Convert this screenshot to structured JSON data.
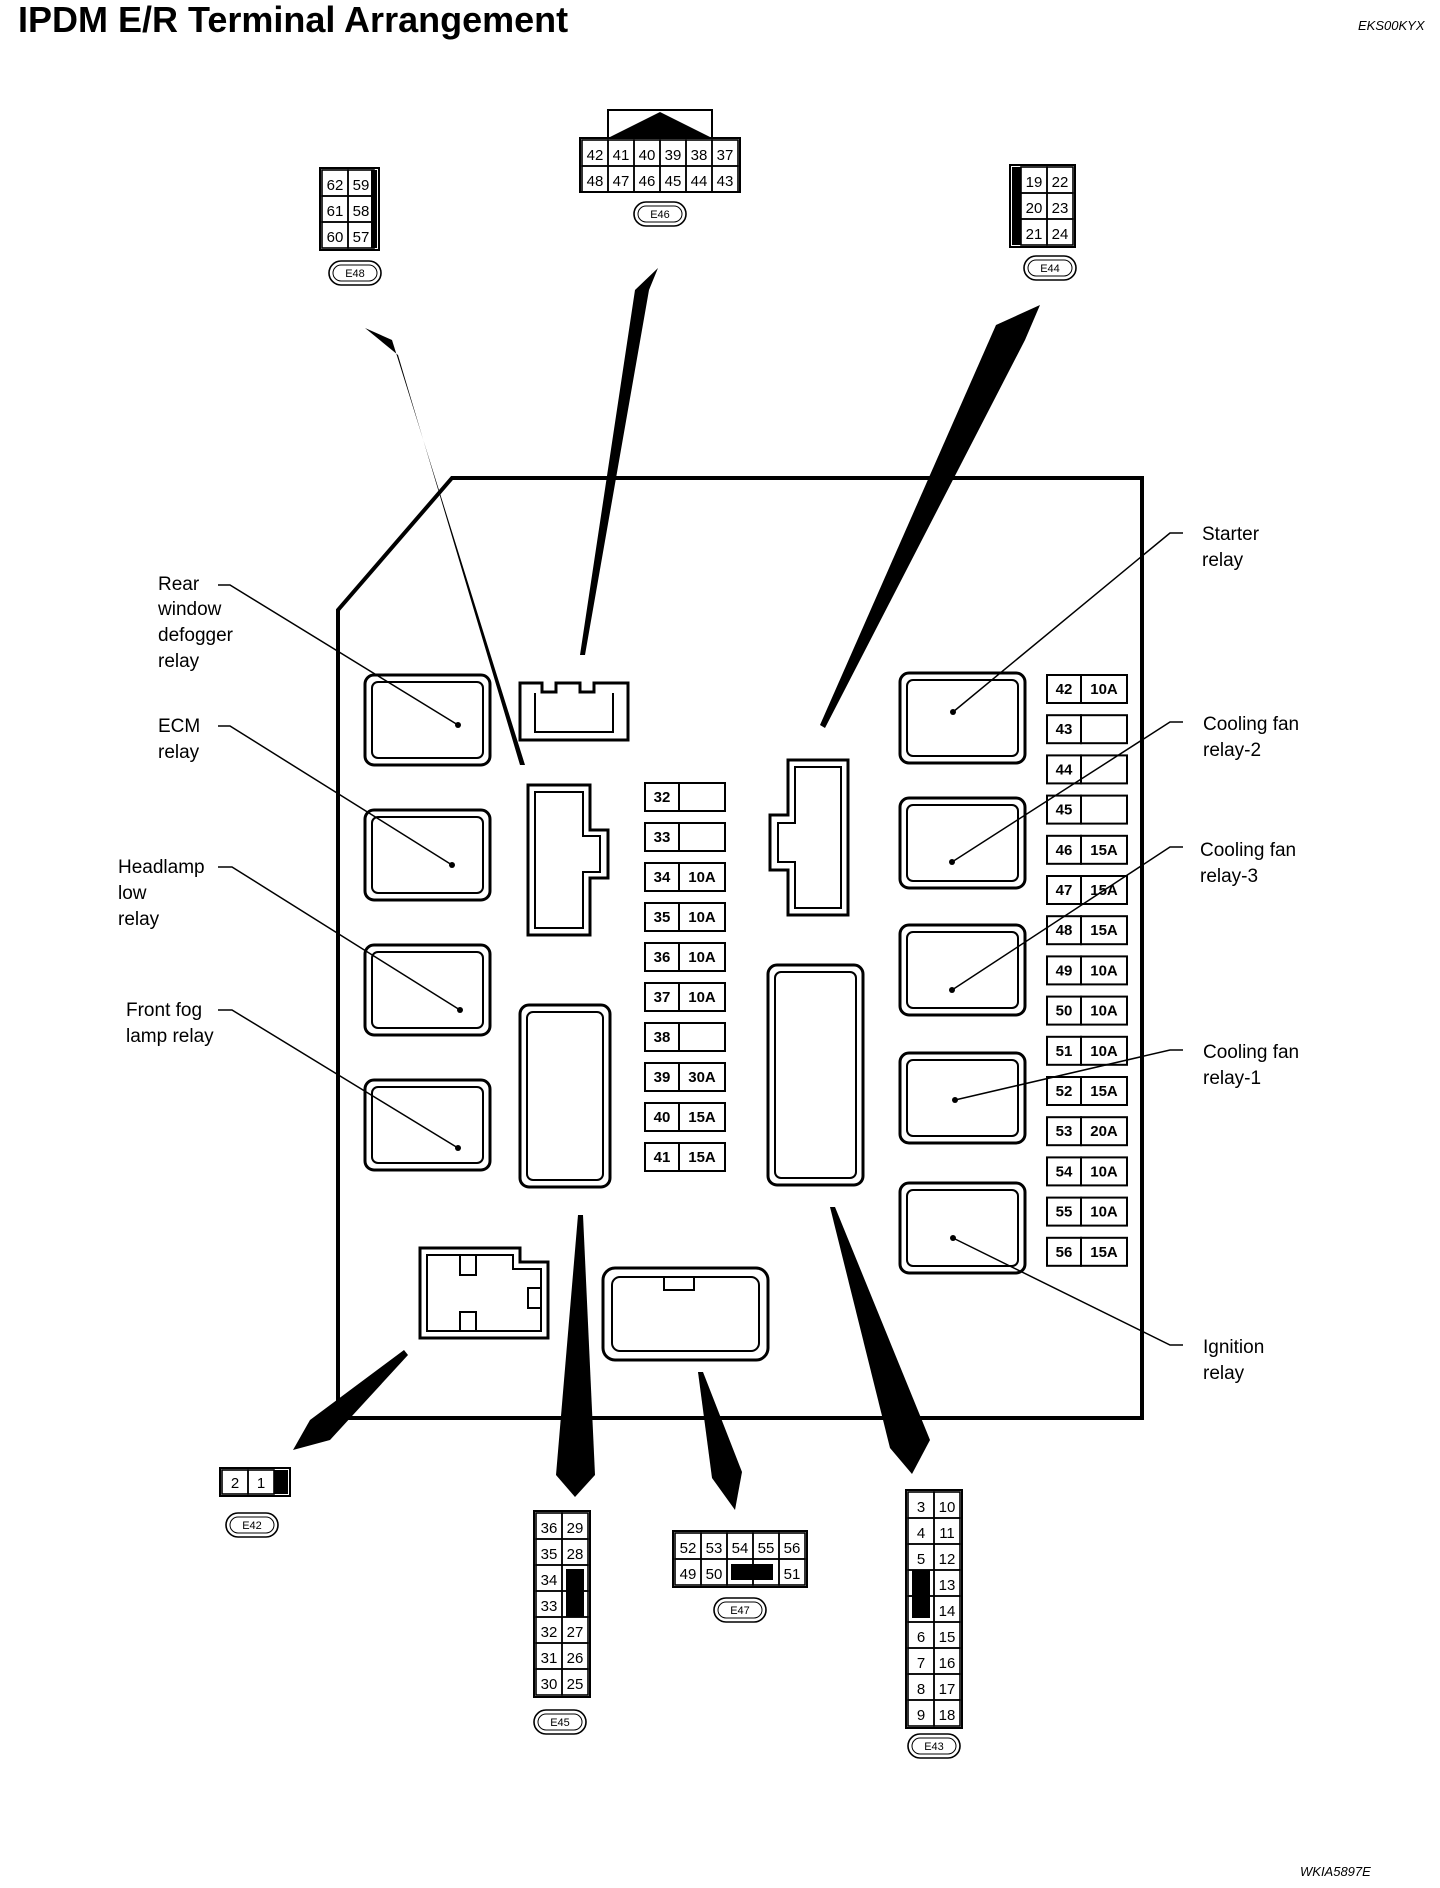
{
  "title": "IPDM E/R Terminal Arrangement",
  "ref_code": "EKS00KYX",
  "figure_code": "WKIA5897E",
  "relay_labels": {
    "rear_defogger": [
      "Rear",
      "window",
      "defogger",
      "relay"
    ],
    "ecm": [
      "ECM",
      "relay"
    ],
    "headlamp_low": [
      "Headlamp",
      "low",
      "relay"
    ],
    "front_fog": [
      "Front fog",
      "lamp relay"
    ],
    "starter": [
      "Starter",
      "relay"
    ],
    "cooling_fan_2": [
      "Cooling fan",
      "relay-2"
    ],
    "cooling_fan_3": [
      "Cooling fan",
      "relay-3"
    ],
    "cooling_fan_1": [
      "Cooling fan",
      "relay-1"
    ],
    "ignition": [
      "Ignition",
      "relay"
    ]
  },
  "fuses_center": [
    {
      "num": "32",
      "amp": ""
    },
    {
      "num": "33",
      "amp": ""
    },
    {
      "num": "34",
      "amp": "10A"
    },
    {
      "num": "35",
      "amp": "10A"
    },
    {
      "num": "36",
      "amp": "10A"
    },
    {
      "num": "37",
      "amp": "10A"
    },
    {
      "num": "38",
      "amp": ""
    },
    {
      "num": "39",
      "amp": "30A"
    },
    {
      "num": "40",
      "amp": "15A"
    },
    {
      "num": "41",
      "amp": "15A"
    }
  ],
  "fuses_right": [
    {
      "num": "42",
      "amp": "10A"
    },
    {
      "num": "43",
      "amp": ""
    },
    {
      "num": "44",
      "amp": ""
    },
    {
      "num": "45",
      "amp": ""
    },
    {
      "num": "46",
      "amp": "15A"
    },
    {
      "num": "47",
      "amp": "15A"
    },
    {
      "num": "48",
      "amp": "15A"
    },
    {
      "num": "49",
      "amp": "10A"
    },
    {
      "num": "50",
      "amp": "10A"
    },
    {
      "num": "51",
      "amp": "10A"
    },
    {
      "num": "52",
      "amp": "15A"
    },
    {
      "num": "53",
      "amp": "20A"
    },
    {
      "num": "54",
      "amp": "10A"
    },
    {
      "num": "55",
      "amp": "10A"
    },
    {
      "num": "56",
      "amp": "15A"
    }
  ],
  "connectors": {
    "E48": {
      "label": "E48",
      "rows": [
        [
          "62",
          "59"
        ],
        [
          "61",
          "58"
        ],
        [
          "60",
          "57"
        ]
      ]
    },
    "E46": {
      "label": "E46",
      "rows": [
        [
          "42",
          "41",
          "40",
          "39",
          "38",
          "37"
        ],
        [
          "48",
          "47",
          "46",
          "45",
          "44",
          "43"
        ]
      ]
    },
    "E44": {
      "label": "E44",
      "rows": [
        [
          "19",
          "22"
        ],
        [
          "20",
          "23"
        ],
        [
          "21",
          "24"
        ]
      ]
    },
    "E42": {
      "label": "E42",
      "rows": [
        [
          "2",
          "1"
        ]
      ]
    },
    "E45": {
      "label": "E45",
      "rows": [
        [
          "36",
          "29"
        ],
        [
          "35",
          "28"
        ],
        [
          "34",
          ""
        ],
        [
          "33",
          ""
        ],
        [
          "32",
          "27"
        ],
        [
          "31",
          "26"
        ],
        [
          "30",
          "25"
        ]
      ]
    },
    "E47": {
      "label": "E47",
      "rows": [
        [
          "52",
          "53",
          "54",
          "55",
          "56"
        ],
        [
          "49",
          "50",
          "",
          "",
          "51"
        ]
      ]
    },
    "E43": {
      "label": "E43",
      "rows": [
        [
          "3",
          "10"
        ],
        [
          "4",
          "11"
        ],
        [
          "5",
          "12"
        ],
        [
          "",
          "13"
        ],
        [
          "",
          "14"
        ],
        [
          "6",
          "15"
        ],
        [
          "7",
          "16"
        ],
        [
          "8",
          "17"
        ],
        [
          "9",
          "18"
        ]
      ]
    }
  }
}
